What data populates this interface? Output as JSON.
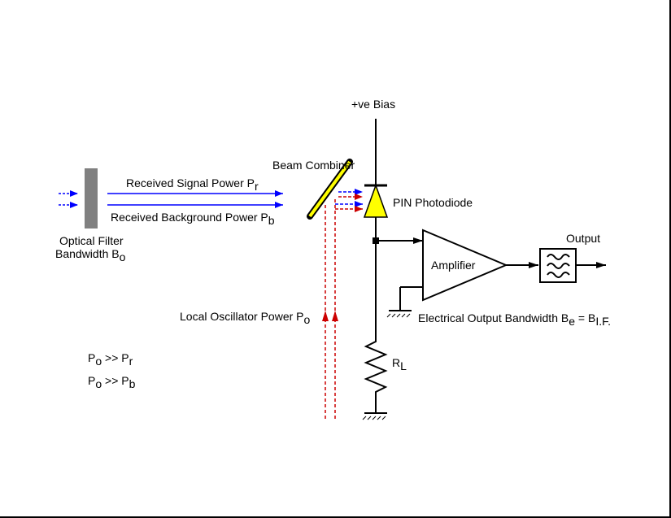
{
  "labels": {
    "bias": "+ve Bias",
    "beam_combiner": "Beam Combiner",
    "signal_power": "Received Signal Power P",
    "signal_power_sub": "r",
    "background_power": "Received Background Power P",
    "background_power_sub": "b",
    "photodiode": "PIN Photodiode",
    "output": "Output",
    "amplifier": "Amplifier",
    "filter_line1": "Optical Filter",
    "filter_line2": "Bandwidth B",
    "filter_line2_sub": "o",
    "local_oscillator": "Local Oscillator Power P",
    "local_oscillator_sub": "o",
    "elec_bandwidth": "Electrical Output Bandwidth B",
    "elec_bandwidth_sub1": "e",
    "elec_bandwidth_eq": " = B",
    "elec_bandwidth_sub2": "I.F.",
    "resistor": "R",
    "resistor_sub": "L",
    "cond1_p": "P",
    "cond1_sub": "o",
    "cond1_rel": " >> P",
    "cond1_sub2": "r",
    "cond2_p": "P",
    "cond2_sub": "o",
    "cond2_rel": " >> P",
    "cond2_sub2": "b"
  },
  "colors": {
    "signal_beam": "#0000ff",
    "oscillator_beam": "#cc0000",
    "photodiode_fill": "#ffff00",
    "mirror_fill": "#ffff00",
    "filter_fill": "#808080"
  },
  "icons": [
    "optical-filter-icon",
    "beam-combiner-mirror-icon",
    "photodiode-icon",
    "amplifier-icon",
    "bandpass-filter-icon",
    "resistor-icon",
    "ground-icon"
  ]
}
